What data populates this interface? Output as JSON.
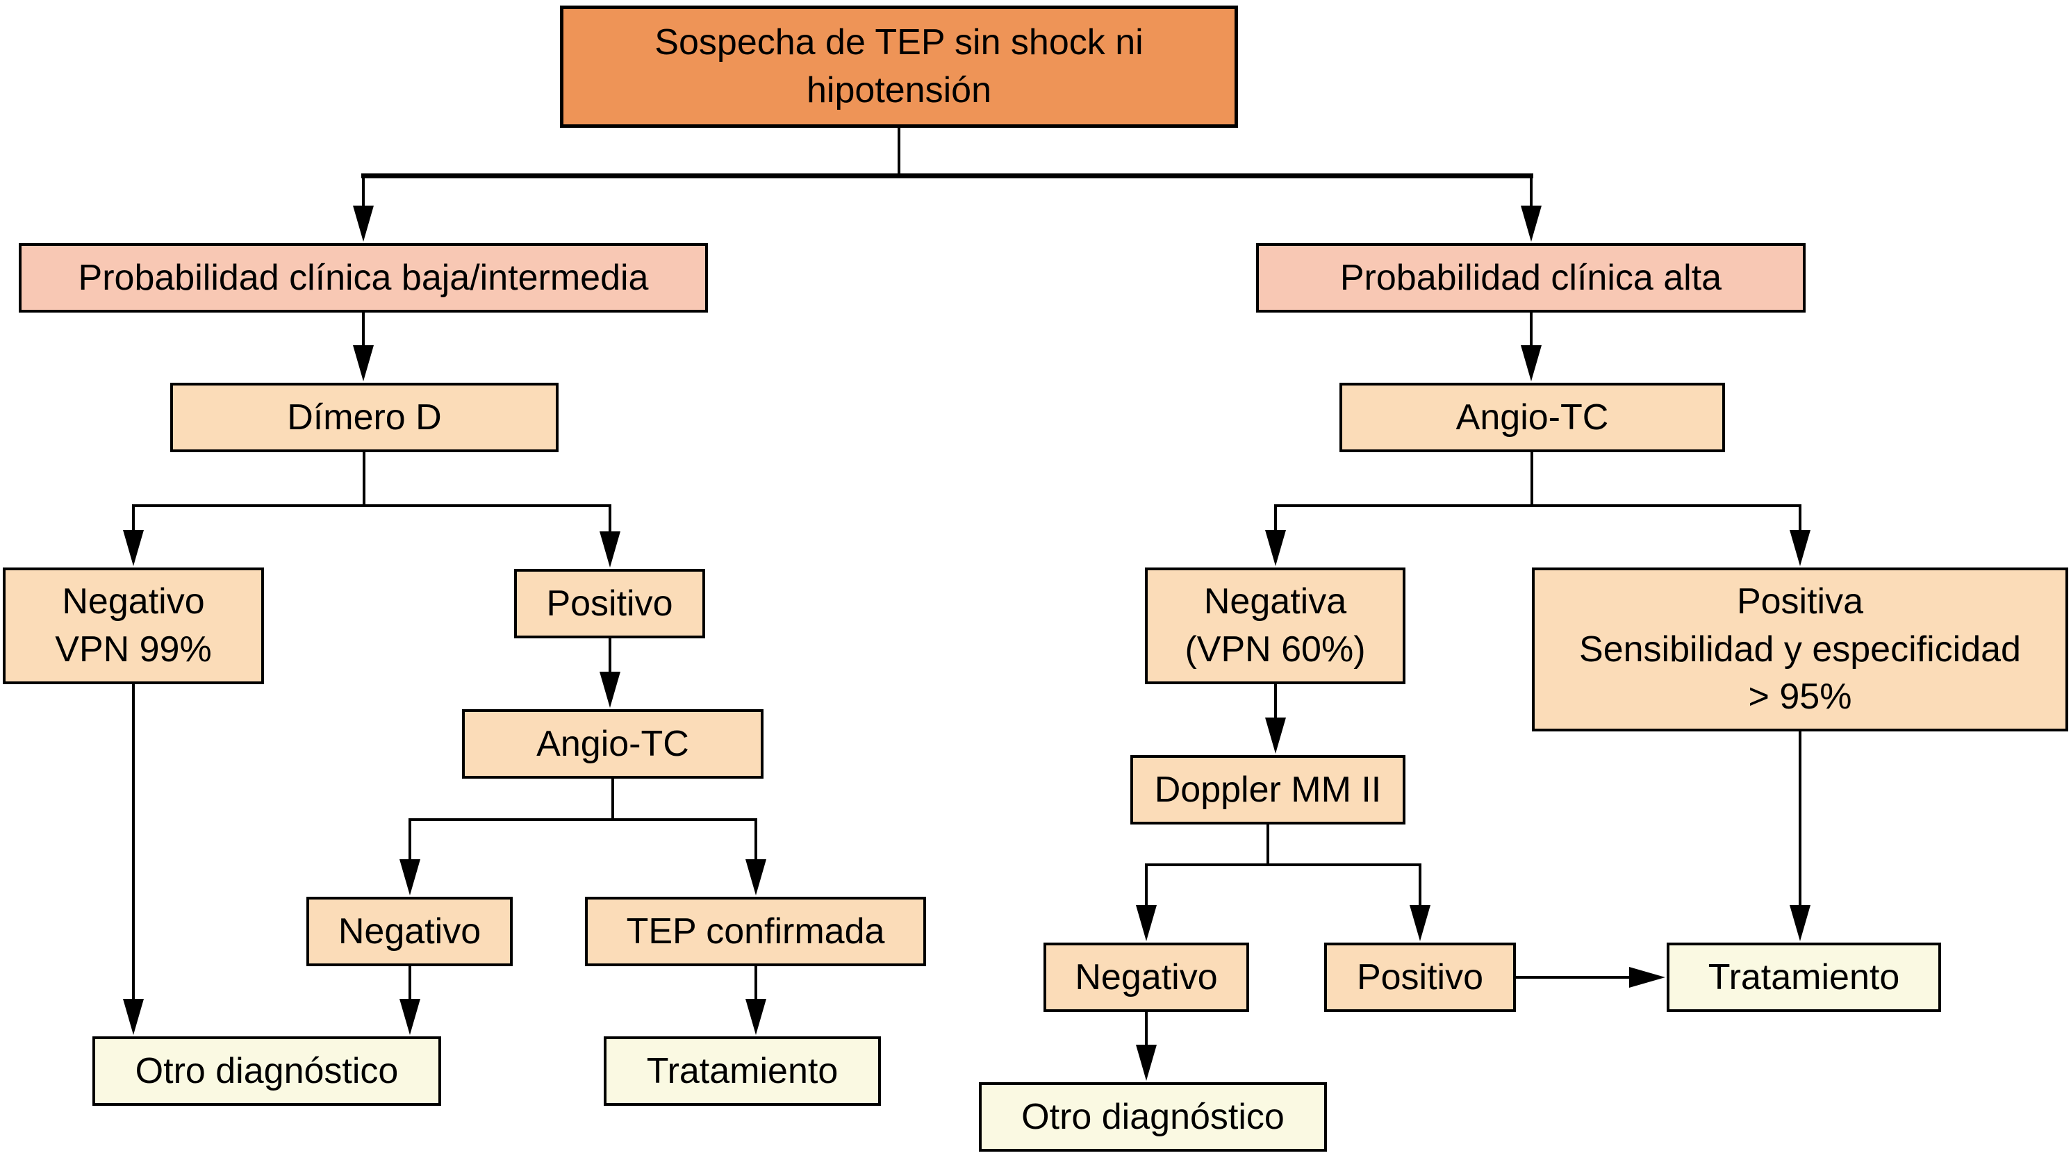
{
  "figure": {
    "type": "flowchart",
    "language": "es",
    "nodes": {
      "root": "Sospecha de TEP sin shock ni\nhipotensión",
      "prob_low": "Probabilidad clínica baja/intermedia",
      "prob_high": "Probabilidad clínica alta",
      "dimero_d": "Dímero D",
      "angio_tc_high": "Angio-TC",
      "dimero_negativo": "Negativo\nVPN 99%",
      "dimero_positivo": "Positivo",
      "angio_tc_low": "Angio-TC",
      "angio_negativo": "Negativo",
      "tep_confirmada": "TEP confirmada",
      "otro_diagnostico_left": "Otro diagnóstico",
      "tratamiento_left": "Tratamiento",
      "angio_negativa": "Negativa\n(VPN 60%)",
      "angio_positiva": "Positiva\nSensibilidad y especificidad\n> 95%",
      "doppler_mmii": "Doppler MM II",
      "doppler_negativo": "Negativo",
      "doppler_positivo": "Positivo",
      "tratamiento_right": "Tratamiento",
      "otro_diagnostico_right": "Otro diagnóstico"
    },
    "edges": [
      {
        "from": "root",
        "to": "prob_low"
      },
      {
        "from": "root",
        "to": "prob_high"
      },
      {
        "from": "prob_low",
        "to": "dimero_d"
      },
      {
        "from": "prob_high",
        "to": "angio_tc_high"
      },
      {
        "from": "dimero_d",
        "to": "dimero_negativo"
      },
      {
        "from": "dimero_d",
        "to": "dimero_positivo"
      },
      {
        "from": "dimero_negativo",
        "to": "otro_diagnostico_left"
      },
      {
        "from": "dimero_positivo",
        "to": "angio_tc_low"
      },
      {
        "from": "angio_tc_low",
        "to": "angio_negativo"
      },
      {
        "from": "angio_tc_low",
        "to": "tep_confirmada"
      },
      {
        "from": "angio_negativo",
        "to": "otro_diagnostico_left"
      },
      {
        "from": "tep_confirmada",
        "to": "tratamiento_left"
      },
      {
        "from": "angio_tc_high",
        "to": "angio_negativa"
      },
      {
        "from": "angio_tc_high",
        "to": "angio_positiva"
      },
      {
        "from": "angio_negativa",
        "to": "doppler_mmii"
      },
      {
        "from": "doppler_mmii",
        "to": "doppler_negativo"
      },
      {
        "from": "doppler_mmii",
        "to": "doppler_positivo"
      },
      {
        "from": "doppler_negativo",
        "to": "otro_diagnostico_right"
      },
      {
        "from": "doppler_positivo",
        "to": "tratamiento_right"
      },
      {
        "from": "angio_positiva",
        "to": "tratamiento_right"
      }
    ],
    "colors": {
      "root_fill": "#EE9457",
      "probability_fill": "#F8C8B4",
      "test_fill": "#FBDCB8",
      "outcome_fill": "#FAF9E2",
      "border": "#000000",
      "background": "#FFFFFF",
      "text": "#000000"
    }
  }
}
